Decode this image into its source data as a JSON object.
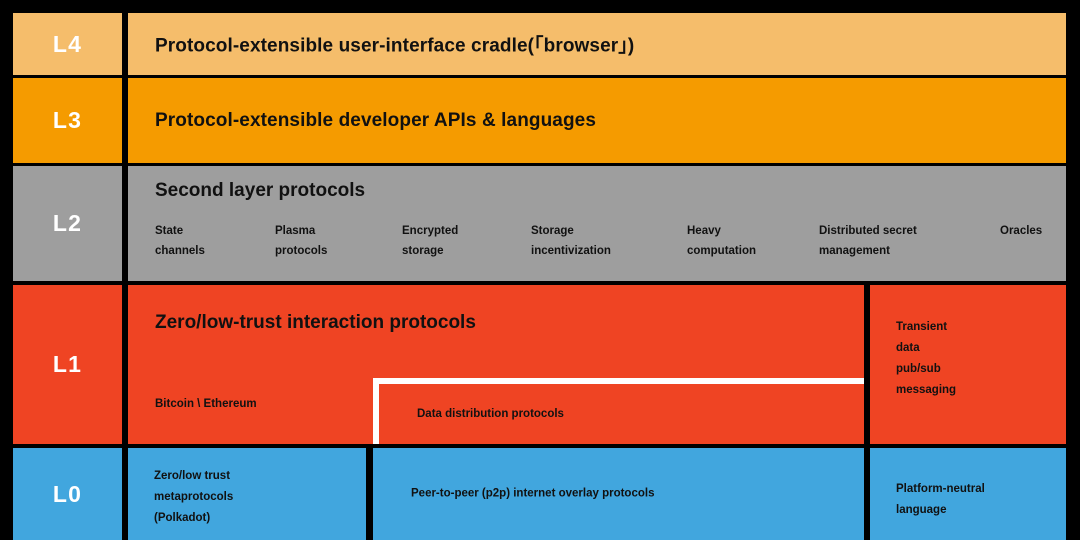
{
  "diagram": {
    "title": "Web3 technology stack layers",
    "background_color": "#000000",
    "layers": [
      {
        "id": "L4",
        "label": "L4",
        "color": "#f5bd6b",
        "heading": "Protocol-extensible user-interface cradle(「browser」)",
        "items": []
      },
      {
        "id": "L3",
        "label": "L3",
        "color": "#f59b00",
        "heading": "Protocol-extensible developer APIs & languages",
        "items": []
      },
      {
        "id": "L2",
        "label": "L2",
        "color": "#9e9e9e",
        "heading": "Second layer protocols",
        "items": [
          "State channels",
          "Plasma protocols",
          "Encrypted storage",
          "Storage incentivization",
          "Heavy computation",
          "Distributed secret management",
          "Oracles"
        ]
      },
      {
        "id": "L1",
        "label": "L1",
        "color": "#ef4423",
        "heading": "Zero/low-trust interaction protocols",
        "items": [
          "Bitcoin \\ Ethereum",
          "Data distribution protocols",
          "Transient data pub/sub messaging"
        ]
      },
      {
        "id": "L0",
        "label": "L0",
        "color": "#41a6de",
        "heading": "",
        "items": [
          "Zero/low trust metaprotocols (Polkadot)",
          "Peer-to-peer (p2p) internet overlay protocols",
          "Platform-neutral language"
        ]
      }
    ]
  }
}
